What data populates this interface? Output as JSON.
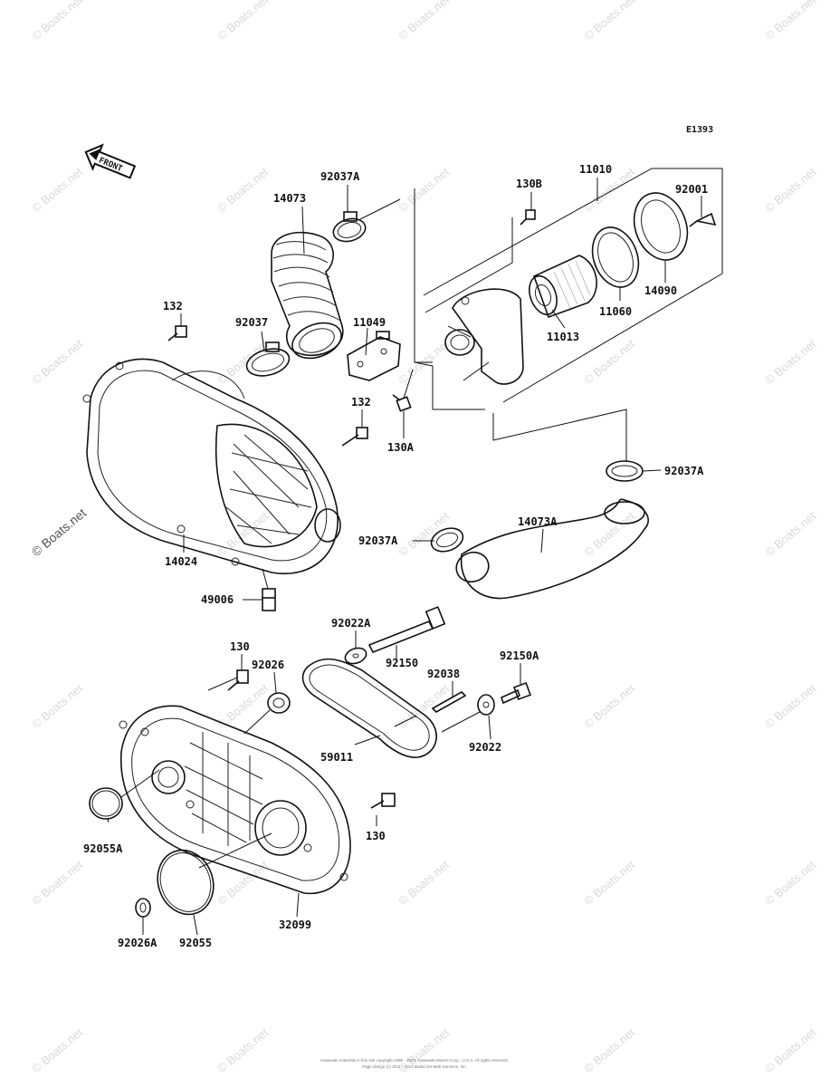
{
  "diagram_code": "E1393",
  "front_label": "FRONT",
  "watermark": "© Boats.net",
  "copyright_lines": [
    "Kawasaki materials in this site copyright 1995 - 2010, Kawasaki Motors Corp., U.S.A. All rights reserved.",
    "Page design (c) 2011 - 2014 Boats.net Web Services, Inc."
  ],
  "labels": {
    "l_92037A_top": "92037A",
    "l_14073": "14073",
    "l_130B": "130B",
    "l_11010": "11010",
    "l_92001": "92001",
    "l_14090": "14090",
    "l_11060": "11060",
    "l_11013": "11013",
    "l_132_top": "132",
    "l_92037": "92037",
    "l_11049": "11049",
    "l_132_mid": "132",
    "l_130A": "130A",
    "l_92037A_right": "92037A",
    "l_92037A_left": "92037A",
    "l_14073A": "14073A",
    "l_14024": "14024",
    "l_49006": "49006",
    "l_92022A": "92022A",
    "l_130_top": "130",
    "l_92026": "92026",
    "l_92150": "92150",
    "l_92038": "92038",
    "l_92150A": "92150A",
    "l_59011": "59011",
    "l_92022": "92022",
    "l_130_right": "130",
    "l_92055A": "92055A",
    "l_32099": "32099",
    "l_92026A": "92026A",
    "l_92055": "92055"
  }
}
